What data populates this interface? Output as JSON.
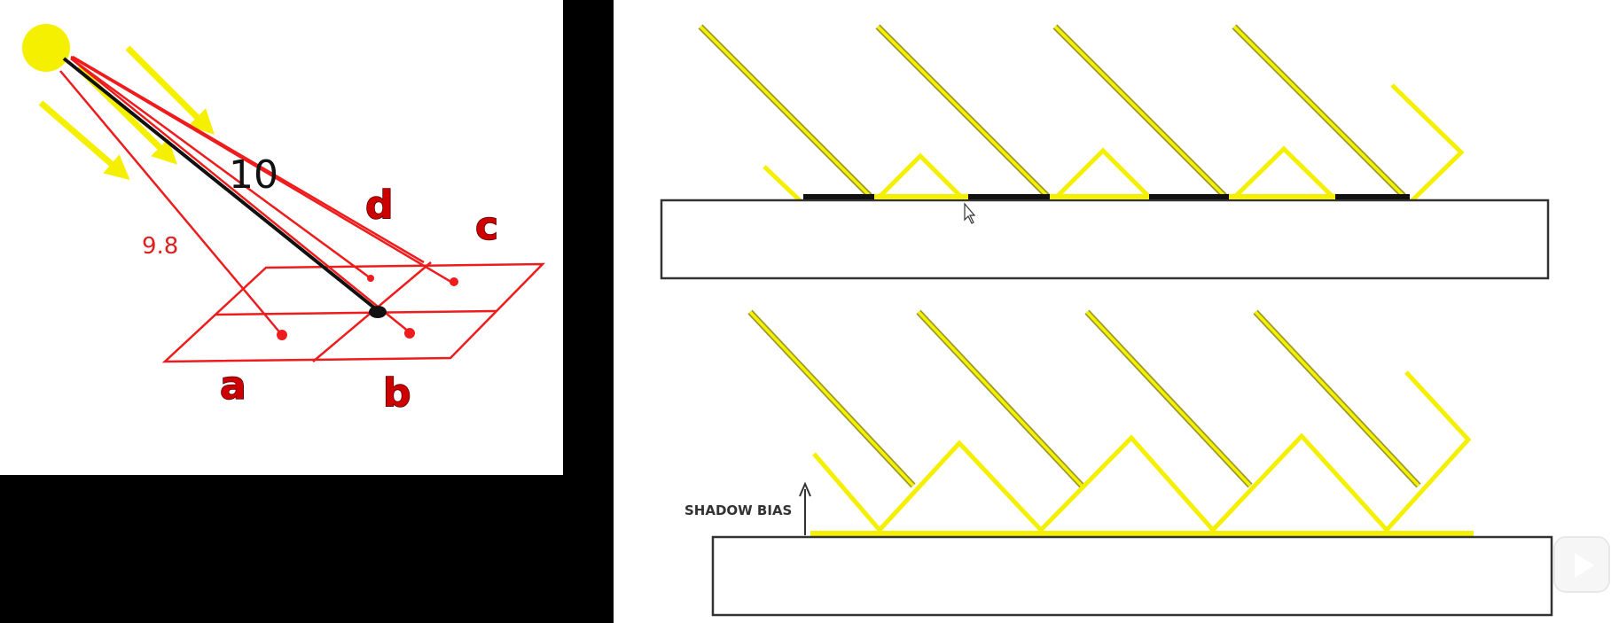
{
  "left_diagram": {
    "labels": {
      "a": "a",
      "b": "b",
      "c": "c",
      "d": "d",
      "depth_closest": "10",
      "depth_sample": "9.8"
    },
    "colors": {
      "light": "#f5f000",
      "rays": "#ee1c1c",
      "depth_line": "#111111"
    }
  },
  "right_diagram": {
    "labels": {
      "shadow_bias": "SHADOW BIAS"
    },
    "colors": {
      "light": "#f5f000",
      "surface": "#333333",
      "shadow_acne": "#111111"
    }
  },
  "player": {
    "icon": "play-icon"
  }
}
